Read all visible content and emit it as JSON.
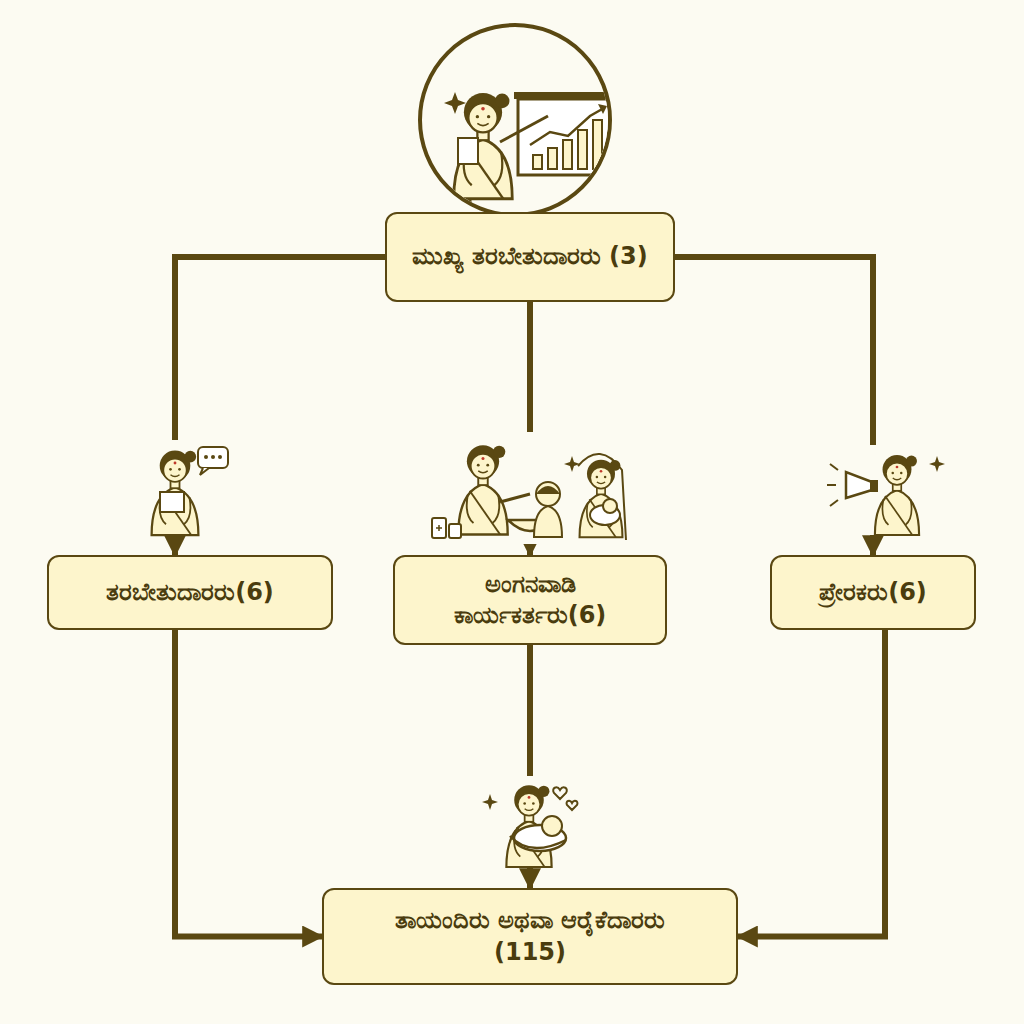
{
  "diagram": {
    "nodes": [
      {
        "text": [
          "ಮುಖ್ಯ ತರಬೇತುದಾರರು (3)"
        ]
      },
      {
        "text": [
          "ತರಬೇತುದಾರರು(6)"
        ]
      },
      {
        "text": [
          "ಅಂಗನವಾಡಿ ಕಾರ್ಯಕರ್ತರು(6)"
        ]
      },
      {
        "text": [
          "ಪ್ರೇರಕರು(6)"
        ]
      },
      {
        "text": [
          "ತಾಯಂದಿರು ಅಥವಾ ಆರೈಕೆದಾರರು (115)"
        ]
      }
    ],
    "edges": [
      {
        "from": 0,
        "to": 1,
        "arrow": "to"
      },
      {
        "from": 0,
        "to": 2,
        "arrow": "to"
      },
      {
        "from": 0,
        "to": 3,
        "arrow": "to"
      },
      {
        "from": 1,
        "to": 4,
        "arrow": "to"
      },
      {
        "from": 2,
        "to": 4,
        "arrow": "to"
      },
      {
        "from": 3,
        "to": 4,
        "arrow": "to"
      }
    ]
  }
}
